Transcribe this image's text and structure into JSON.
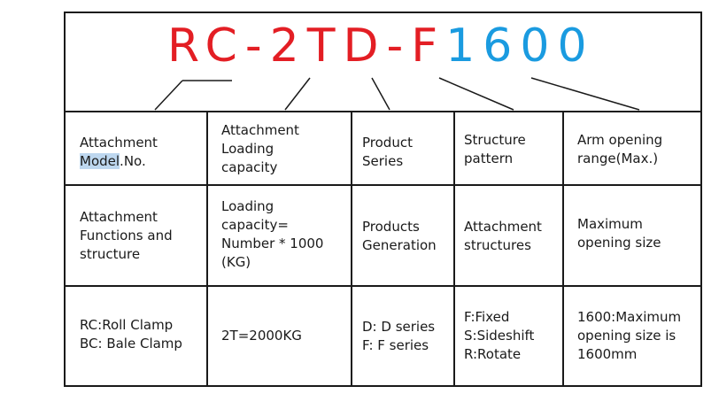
{
  "header": {
    "code_red": "RC-2TD-F",
    "code_blue": "1600"
  },
  "table": {
    "row1": {
      "c1_hl": "Model",
      "c1_a": "Attachment",
      "c1_b": ".No.",
      "c2": "Attachment\nLoading\ncapacity",
      "c3": "Product\nSeries",
      "c4": "Structure\npattern",
      "c5": "Arm opening\nrange(Max.)"
    },
    "row2": {
      "c1": "Attachment\nFunctions and\nstructure",
      "c2": "Loading\ncapacity=\nNumber * 1000\n(KG)",
      "c3": "Products\nGeneration",
      "c4": "Attachment\nstructures",
      "c5": "Maximum\nopening size"
    },
    "row3": {
      "c1": "RC:Roll Clamp\nBC: Bale Clamp",
      "c2": "2T=2000KG",
      "c3": "D: D series\nF: F series",
      "c4": "F:Fixed\nS:Sideshift\nR:Rotate",
      "c5": "1600:Maximum\nopening size is\n1600mm"
    }
  },
  "colors": {
    "code_red": "#e31e24",
    "code_blue": "#1a9be0"
  }
}
